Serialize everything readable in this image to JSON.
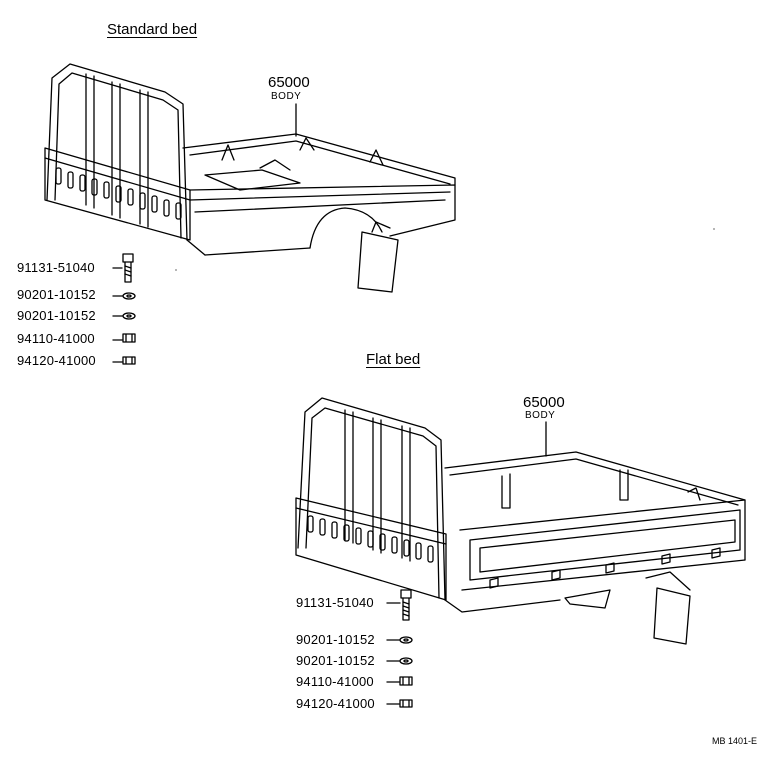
{
  "standard": {
    "title": "Standard bed",
    "callout_number": "65000",
    "callout_name": "BODY",
    "parts": [
      "91131-51040",
      "90201-10152",
      "90201-10152",
      "94110-41000",
      "94120-41000"
    ]
  },
  "flat": {
    "title": "Flat bed",
    "callout_number": "65000",
    "callout_name": "BODY",
    "parts": [
      "91131-51040",
      "90201-10152",
      "90201-10152",
      "94110-41000",
      "94120-41000"
    ]
  },
  "figure_code": "MB 1401-E"
}
